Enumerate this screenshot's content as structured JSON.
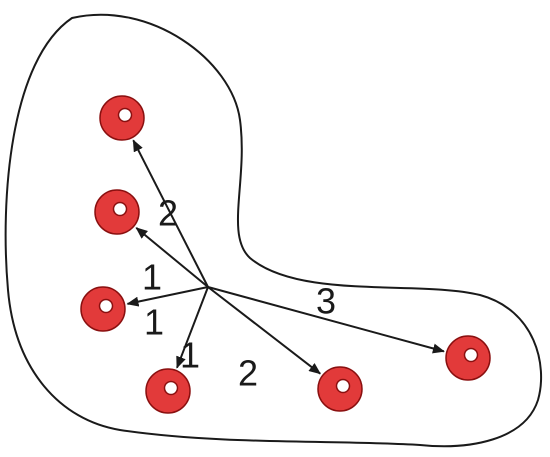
{
  "colors": {
    "background": "#ffffff",
    "outline": "#1a1a1a",
    "arrow": "#1a1a1a",
    "node_fill": "#e23a3a",
    "node_stroke": "#8a1010",
    "node_highlight": "#ffffff"
  },
  "graph": {
    "nodes": [
      {
        "id": "n1",
        "name": "node-top"
      },
      {
        "id": "n2",
        "name": "node-upper-left"
      },
      {
        "id": "n3",
        "name": "node-left"
      },
      {
        "id": "n4",
        "name": "node-bottom-left"
      },
      {
        "id": "n5",
        "name": "node-bottom-middle"
      },
      {
        "id": "n6",
        "name": "node-right"
      }
    ],
    "edges": [
      {
        "target": "n1",
        "label": "2"
      },
      {
        "target": "n2",
        "label": "1"
      },
      {
        "target": "n3",
        "label": "1"
      },
      {
        "target": "n4",
        "label": "1"
      },
      {
        "target": "n5",
        "label": "2"
      },
      {
        "target": "n6",
        "label": "3"
      }
    ]
  }
}
